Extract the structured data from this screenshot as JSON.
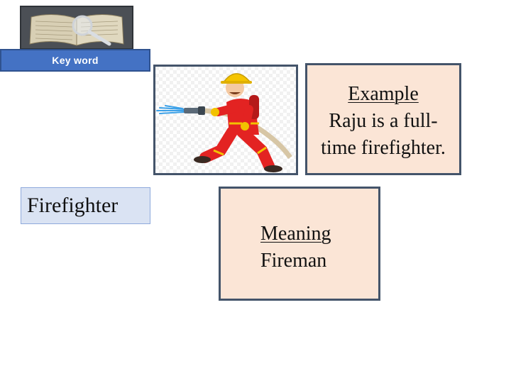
{
  "header": {
    "icon": "book-magnifier-icon",
    "label": "Key word"
  },
  "illustration": {
    "icon": "firefighter-hose-icon"
  },
  "word": {
    "text": "Firefighter"
  },
  "example": {
    "heading": "Example",
    "line1": "Raju is a full-",
    "line2": "time firefighter."
  },
  "meaning": {
    "heading": "Meaning",
    "text": "Fireman"
  },
  "colors": {
    "keyword_bar": "#4472c4",
    "card_fill": "#fbe5d6",
    "card_border": "#44546a",
    "word_fill": "#dae3f3"
  }
}
